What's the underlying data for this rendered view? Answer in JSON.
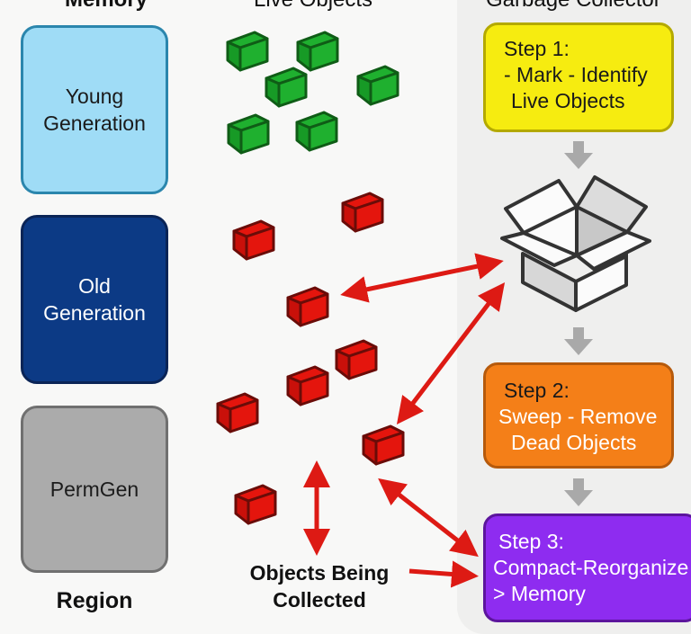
{
  "headers": {
    "memory": "Memory",
    "live_objects": "Live Objects",
    "garbage_collector": "Garbage Collector"
  },
  "regions": [
    {
      "name": "young",
      "lines": [
        "Young",
        "Generation"
      ],
      "color": "#9fdcf6"
    },
    {
      "name": "old",
      "lines": [
        "Old",
        "Generation"
      ],
      "color": "#0c3a85"
    },
    {
      "name": "permgen",
      "lines": [
        "PermGen"
      ],
      "color": "#ababab"
    }
  ],
  "region_label": "Region",
  "live_objects": {
    "count": 6,
    "color": "#1fb02f"
  },
  "dead_objects": {
    "count": 8,
    "color": "#e4150d"
  },
  "collected_label": [
    "Objects Being",
    "Collected"
  ],
  "steps": [
    {
      "title": "Step 1:",
      "lines": [
        "- Mark - Identify",
        " Live Objects"
      ],
      "color": "#f6ec10"
    },
    {
      "title": "Step 2:",
      "lines": [
        "Sweep - Remove",
        " Dead Objects"
      ],
      "color": "#f47f18"
    },
    {
      "title": "Step 3:",
      "lines": [
        "Compact-Reorganize",
        "> Memory"
      ],
      "color": "#8e2cf0"
    }
  ],
  "box_icon": "open-box-icon",
  "arrow_color": "#dd1a14",
  "flow_arrow_color": "#a9a9a9"
}
